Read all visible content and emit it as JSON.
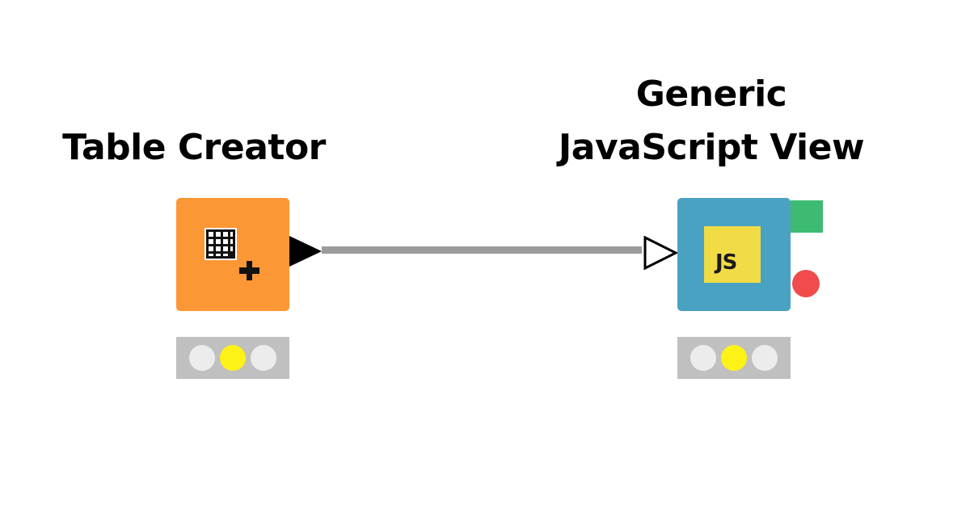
{
  "colors": {
    "table_creator_node": "#fc9735",
    "js_view_node": "#4aa2c3",
    "js_badge": "#f1dc46",
    "connection": "#9b9b9b",
    "flow_variable_port": "#3dbb73",
    "error_indicator": "#f24b4b",
    "status_lit": "#fdf215",
    "status_unlit": "#ececec",
    "status_bar": "#c0c0c0"
  },
  "nodes": [
    {
      "label": "Table Creator",
      "icon": "table-grid-plus-icon",
      "status": [
        "off",
        "on",
        "off"
      ]
    },
    {
      "label_lines": [
        "Generic",
        "JavaScript View"
      ],
      "icon": "javascript-icon",
      "badge_text": "JS",
      "status": [
        "off",
        "on",
        "off"
      ]
    }
  ]
}
